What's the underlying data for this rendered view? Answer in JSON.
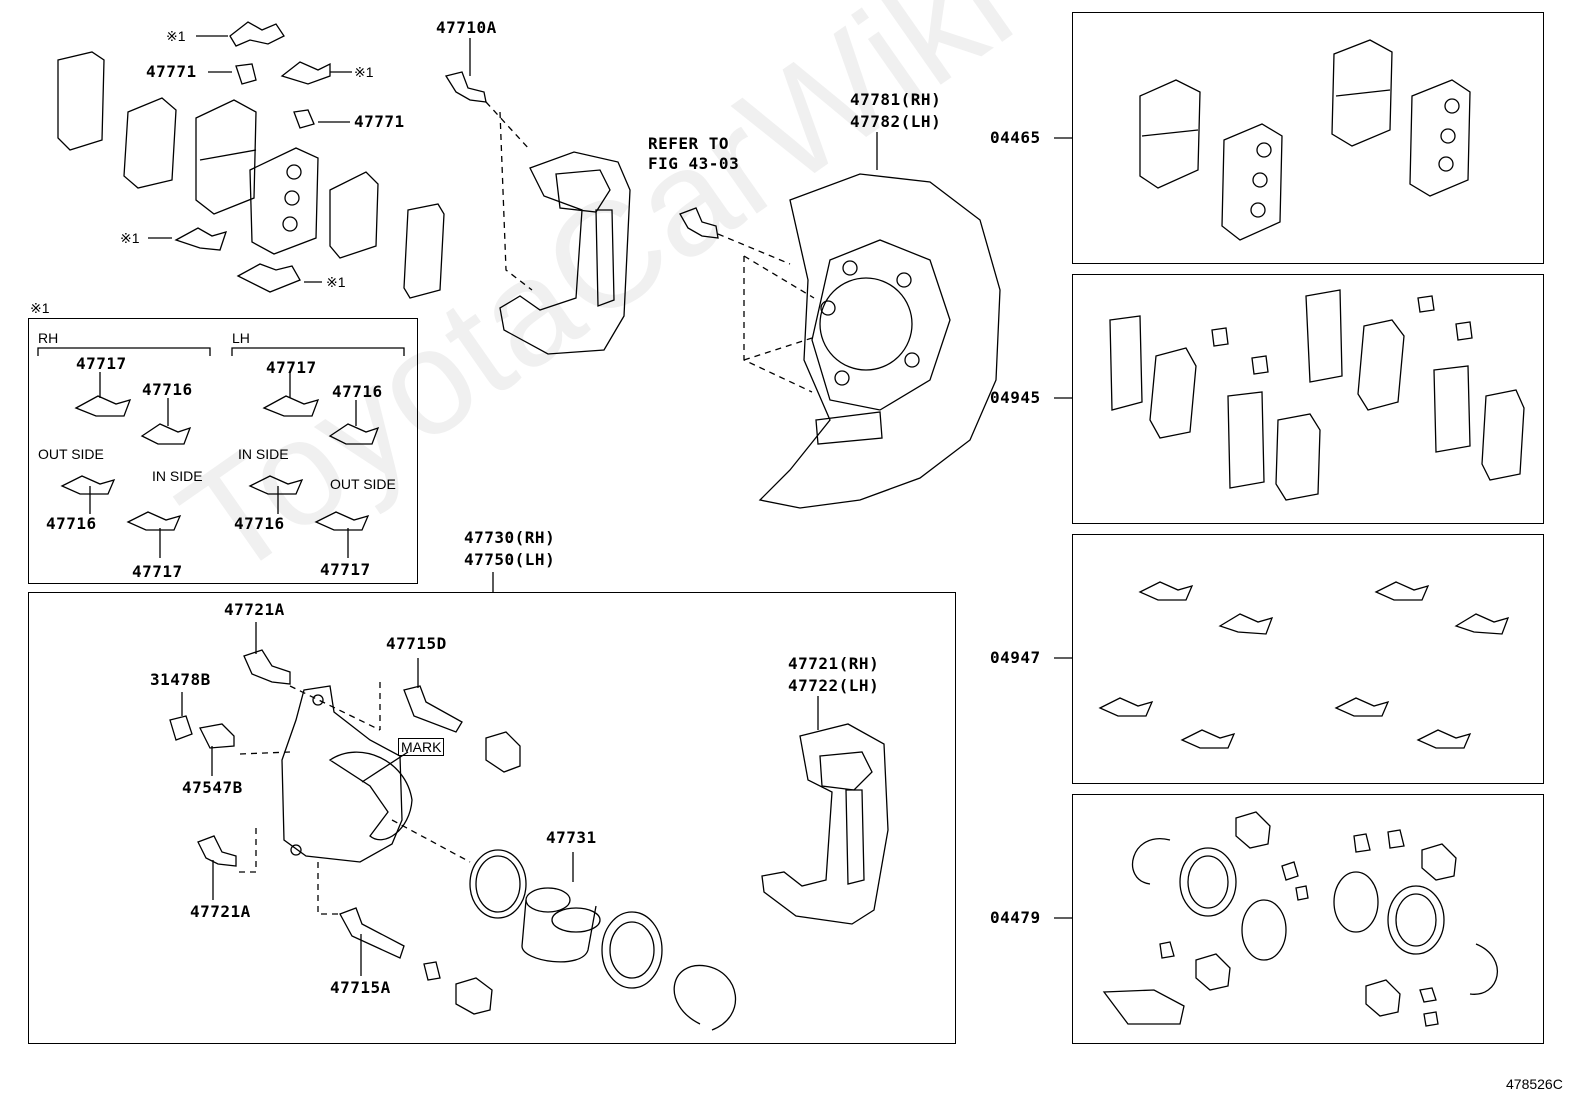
{
  "labels": {
    "p47710A": "47710A",
    "refer1": "REFER TO",
    "refer2": "FIG 43-03",
    "p47781": "47781(RH)",
    "p47782": "47782(LH)",
    "p04465": "04465",
    "p04945": "04945",
    "p04947": "04947",
    "p04479": "04479",
    "p47771a": "47771",
    "p47771b": "47771",
    "mark1a": "※1",
    "mark1b": "※1",
    "mark1c": "※1",
    "mark1d": "※1",
    "mark1box": "※1",
    "p47730": "47730(RH)",
    "p47750": "47750(LH)",
    "p47721A_top": "47721A",
    "p47715D": "47715D",
    "p31478B": "31478B",
    "p47547B": "47547B",
    "mark": "MARK",
    "p47731": "47731",
    "p47721": "47721(RH)",
    "p47722": "47722(LH)",
    "p47721A_bot": "47721A",
    "p47715A": "47715A",
    "code": "478526C",
    "watermark": "ToyotaCarWiki"
  },
  "inset": {
    "rh": "RH",
    "lh": "LH",
    "rh_47717_top": "47717",
    "rh_47716_top": "47716",
    "rh_out_side": "OUT SIDE",
    "rh_in_side": "IN SIDE",
    "rh_47716_bot": "47716",
    "rh_47717_bot": "47717",
    "lh_47717_top": "47717",
    "lh_47716_top": "47716",
    "lh_in_side": "IN SIDE",
    "lh_out_side": "OUT SIDE",
    "lh_47716_bot": "47716",
    "lh_47717_bot": "47717"
  }
}
